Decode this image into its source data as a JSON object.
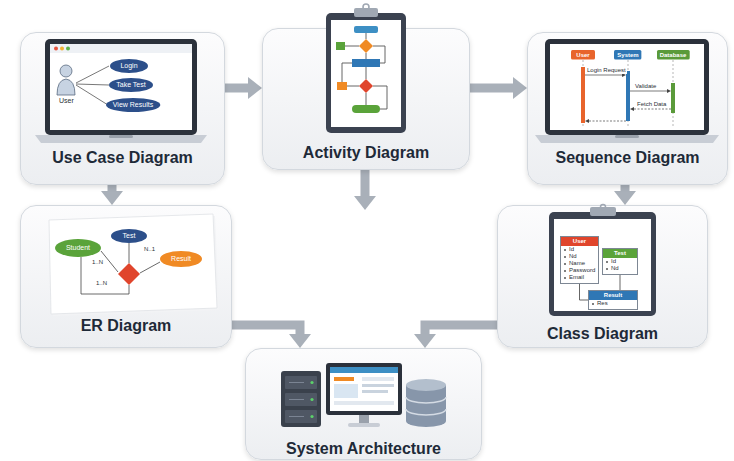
{
  "diagram": {
    "nodes": [
      {
        "text": [
          "Use Case Diagram"
        ]
      },
      {
        "text": [
          "Login"
        ],
        "in": 0
      },
      {
        "text": [
          "Take Test"
        ],
        "in": 0
      },
      {
        "text": [
          "View Results"
        ],
        "in": 0
      },
      {
        "text": [
          "Activity Diagram"
        ]
      },
      {
        "text": [
          "Sequence Diagram"
        ]
      },
      {
        "text": [
          "User"
        ],
        "in": 5
      },
      {
        "text": [
          "System"
        ],
        "in": 5
      },
      {
        "text": [
          "Database"
        ],
        "in": 5
      },
      {
        "text": [
          "ER Diagram"
        ]
      },
      {
        "text": [
          "Student"
        ],
        "in": 9
      },
      {
        "text": [
          "Test"
        ],
        "in": 9
      },
      {
        "text": [
          "Result"
        ],
        "in": 9
      },
      {
        "text": [
          "Class Diagram"
        ]
      },
      {
        "text": [
          "User",
          "Id",
          "Nd",
          "Name",
          "Password",
          "Email"
        ],
        "in": 13
      },
      {
        "text": [
          "Test",
          "Id",
          "Nd"
        ],
        "in": 13
      },
      {
        "text": [
          "Result",
          "Res"
        ],
        "in": 13
      },
      {
        "text": [
          "System Architecture"
        ]
      }
    ],
    "edges": [
      {
        "from": 0,
        "to": 4,
        "arrow": "to"
      },
      {
        "from": 4,
        "to": 5,
        "arrow": "to"
      },
      {
        "from": 0,
        "to": 9,
        "arrow": "to"
      },
      {
        "from": 5,
        "to": 13,
        "arrow": "to"
      },
      {
        "from": 9,
        "to": 17,
        "arrow": "to"
      },
      {
        "from": 13,
        "to": 17,
        "arrow": "to"
      },
      {
        "from": 14,
        "to": 16,
        "arrow": "none"
      },
      {
        "from": 15,
        "to": 16,
        "arrow": "none"
      }
    ],
    "labels": [
      "User",
      "Login Request",
      "Validate",
      "Fetch Data",
      "1..N",
      "N..1",
      "1..N"
    ]
  }
}
